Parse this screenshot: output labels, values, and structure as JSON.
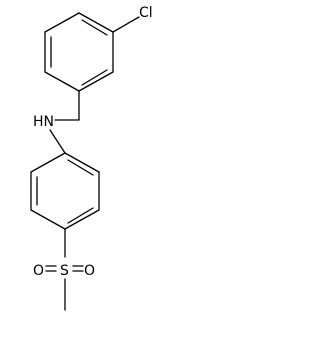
{
  "molecule": {
    "atoms": {
      "chlorine": "Cl",
      "amine": "HN",
      "sulfur": "S",
      "oxygen_left": "O",
      "oxygen_right": "O"
    }
  }
}
